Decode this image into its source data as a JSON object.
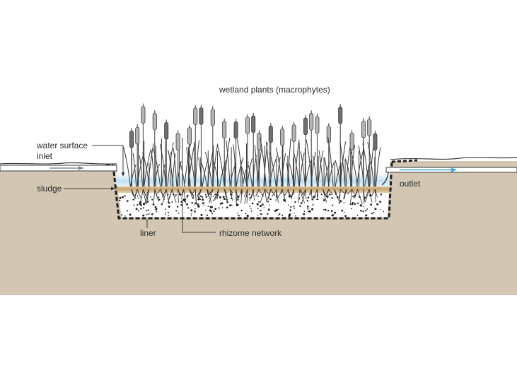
{
  "labels": {
    "plants": "wetland plants (macrophytes)",
    "water_surface": "water surface",
    "inlet": "inlet",
    "sludge": "sludge",
    "outlet": "outlet",
    "liner": "liner",
    "rhizome": "rhizome network"
  },
  "colors": {
    "ground": "#d3c7b4",
    "water": "#cfe6f5",
    "sludge": "#c9ad7c",
    "gravel": "#ffffff",
    "plant_stem": "#3a3a3a",
    "cattail_dark": "#6f6f6f",
    "cattail_light": "#b5b5b5",
    "outlet_arrow": "#3aa7dc",
    "inlet_arrow": "#7a8a96",
    "leader": "#3a3a3a"
  }
}
